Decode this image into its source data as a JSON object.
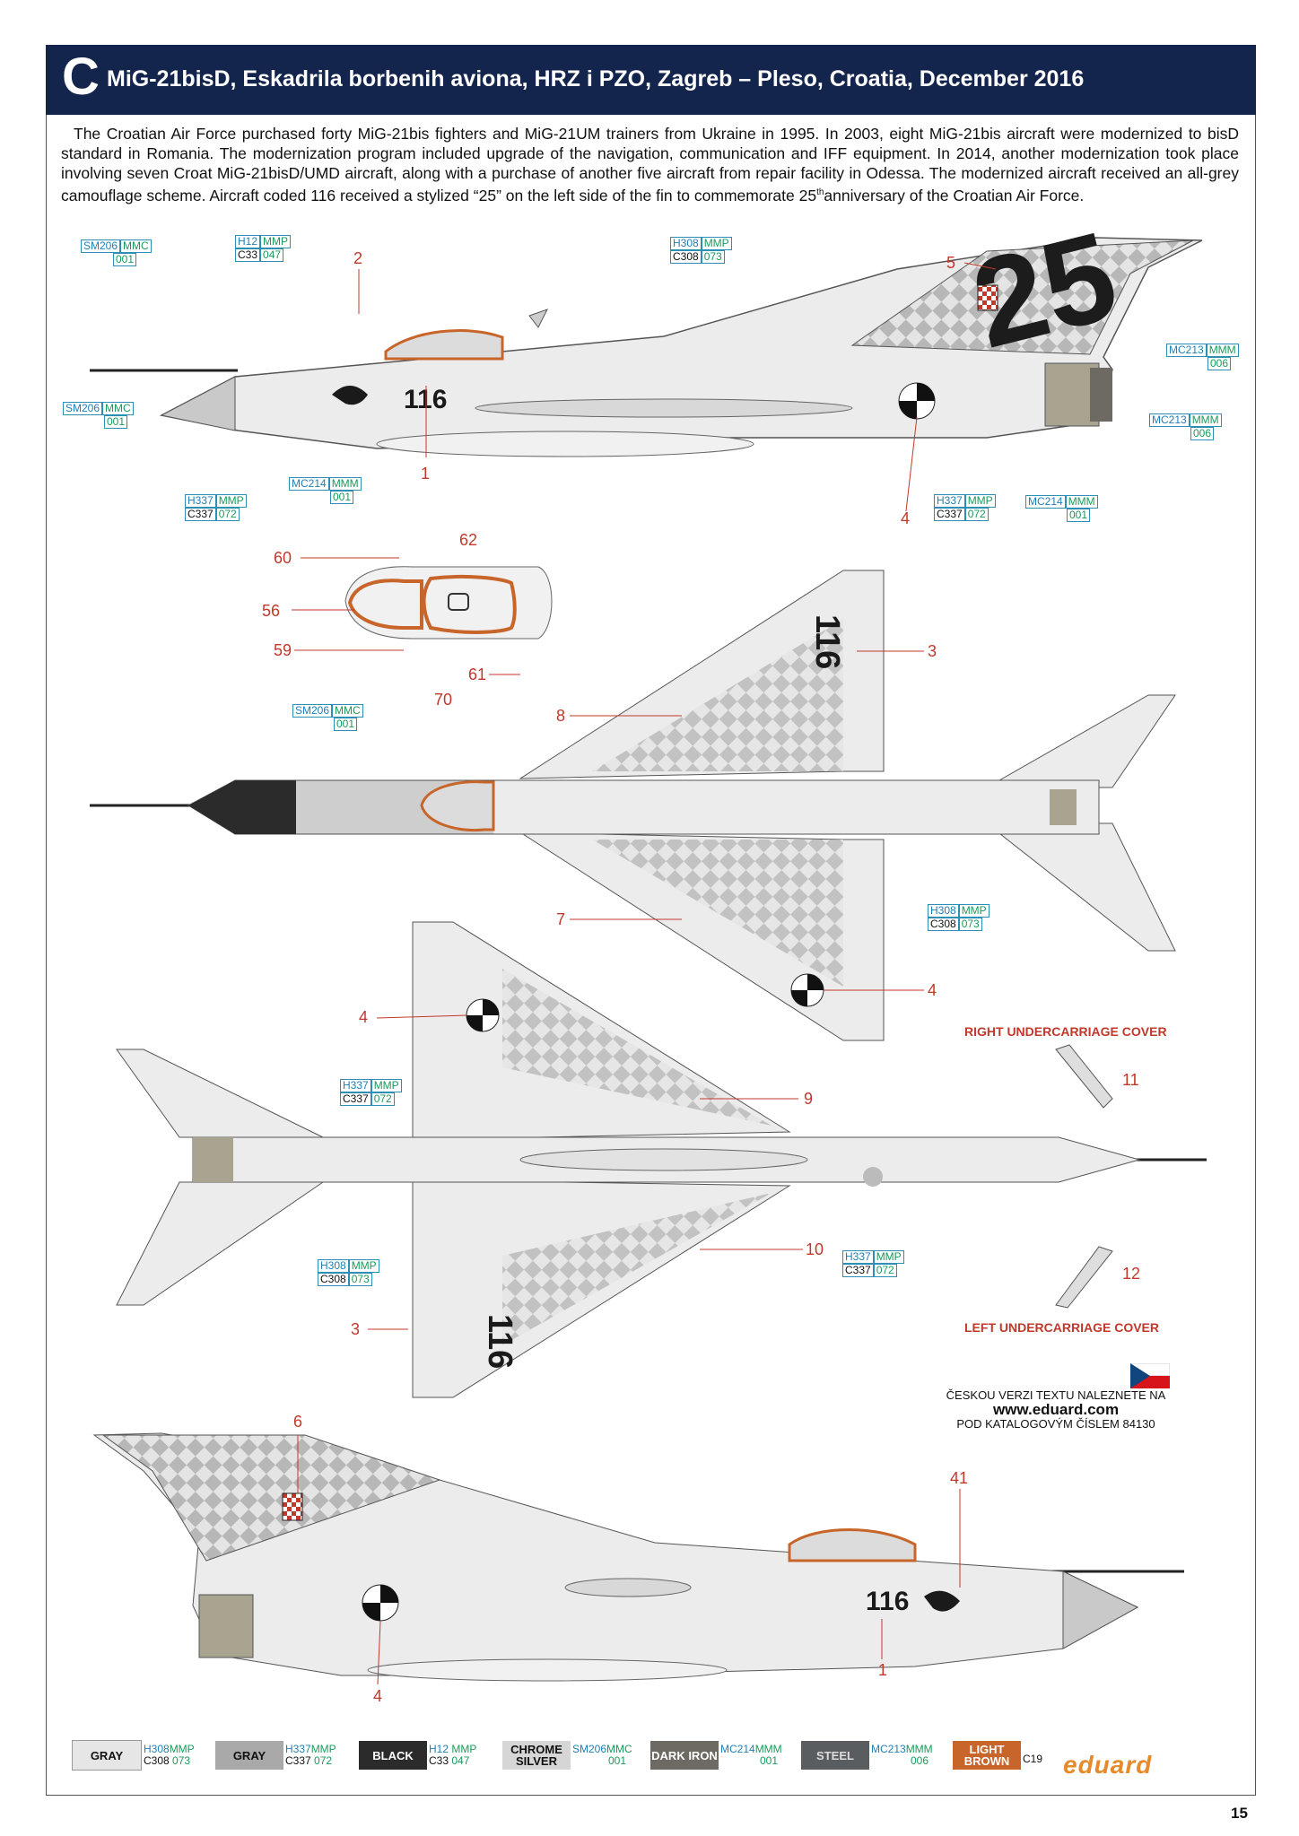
{
  "header": {
    "letter": "C",
    "title": "MiG-21bisD, Eskadrila borbenih aviona, HRZ i PZO, Zagreb – Pleso, Croatia, December 2016"
  },
  "description": {
    "main": "The Croatian Air Force purchased forty MiG-21bis fighters and MiG-21UM trainers from Ukraine in 1995. In 2003, eight MiG-21bis aircraft were modernized to bisD standard in Romania. The modernization program included upgrade of the navigation, communication and IFF equipment. In 2014, another modernization took place involving seven Croat MiG-21bisD/UMD aircraft, along with a purchase of another five aircraft from repair facility in Odessa. The modernized aircraft received an all-grey camouflage scheme. Aircraft coded 116 received a stylized “25” on the left side of the fin to commemorate 25",
    "sup": "th",
    "end": "anniversary of the Croatian Air Force."
  },
  "aircraft": {
    "code": "116",
    "anniversary": "25"
  },
  "callouts": [
    {
      "id": "c1",
      "top": [
        "SM206",
        "MMC"
      ],
      "bottom": [
        "",
        "001"
      ]
    },
    {
      "id": "c2",
      "top": [
        "H12",
        "MMP"
      ],
      "bottom": [
        "C33",
        "047"
      ]
    },
    {
      "id": "c3",
      "top": [
        "H308",
        "MMP"
      ],
      "bottom": [
        "C308",
        "073"
      ]
    },
    {
      "id": "c4",
      "top": [
        "MC213",
        "MMM"
      ],
      "bottom": [
        "",
        "006"
      ]
    },
    {
      "id": "c5",
      "top": [
        "SM206",
        "MMC"
      ],
      "bottom": [
        "",
        "001"
      ]
    },
    {
      "id": "c6",
      "top": [
        "MC213",
        "MMM"
      ],
      "bottom": [
        "",
        "006"
      ]
    },
    {
      "id": "c7",
      "top": [
        "H337",
        "MMP"
      ],
      "bottom": [
        "C337",
        "072"
      ]
    },
    {
      "id": "c8",
      "top": [
        "MC214",
        "MMM"
      ],
      "bottom": [
        "",
        "001"
      ]
    },
    {
      "id": "c9",
      "top": [
        "H337",
        "MMP"
      ],
      "bottom": [
        "C337",
        "072"
      ]
    },
    {
      "id": "c10",
      "top": [
        "MC214",
        "MMM"
      ],
      "bottom": [
        "",
        "001"
      ]
    },
    {
      "id": "c11",
      "top": [
        "SM206",
        "MMC"
      ],
      "bottom": [
        "",
        "001"
      ]
    },
    {
      "id": "c12",
      "top": [
        "H308",
        "MMP"
      ],
      "bottom": [
        "C308",
        "073"
      ]
    },
    {
      "id": "c13",
      "top": [
        "H337",
        "MMP"
      ],
      "bottom": [
        "C337",
        "072"
      ]
    },
    {
      "id": "c14",
      "top": [
        "H308",
        "MMP"
      ],
      "bottom": [
        "C308",
        "073"
      ]
    },
    {
      "id": "c15",
      "top": [
        "H337",
        "MMP"
      ],
      "bottom": [
        "C337",
        "072"
      ]
    }
  ],
  "numbers": [
    "2",
    "5",
    "1",
    "4",
    "62",
    "60",
    "56",
    "59",
    "61",
    "70",
    "3",
    "8",
    "7",
    "4",
    "4",
    "9",
    "10",
    "3",
    "11",
    "12",
    "6",
    "41",
    "1",
    "4"
  ],
  "captions": {
    "right": "RIGHT UNDERCARRIAGE COVER",
    "left": "LEFT UNDERCARRIAGE COVER"
  },
  "czech": {
    "line1": "ČESKOU VERZI TEXTU NALEZNETE NA",
    "url": "www.eduard.com",
    "line3": "POD KATALOGOVÝM ČÍSLEM 84130"
  },
  "legend": [
    {
      "name": "GRAY",
      "bg": "#e6e6e6",
      "fg": "#111",
      "codes": [
        "H308",
        "MMP",
        "C308",
        "073"
      ]
    },
    {
      "name": "GRAY",
      "bg": "#a9a9a9",
      "fg": "#111",
      "codes": [
        "H337",
        "MMP",
        "C337",
        "072"
      ]
    },
    {
      "name": "BLACK",
      "bg": "#2b2b2b",
      "fg": "#fff",
      "codes": [
        "H12",
        "MMP",
        "C33",
        "047"
      ]
    },
    {
      "name": "CHROME SILVER",
      "bg": "#d6d6d6",
      "fg": "#111",
      "codes": [
        "SM206",
        "MMC",
        "",
        "001"
      ]
    },
    {
      "name": "DARK IRON",
      "bg": "#6d6a63",
      "fg": "#fff",
      "codes": [
        "MC214",
        "MMM",
        "",
        "001"
      ]
    },
    {
      "name": "STEEL",
      "bg": "#5a5d60",
      "fg": "#ddd",
      "codes": [
        "MC213",
        "MMM",
        "",
        "006"
      ]
    },
    {
      "name": "LIGHT BROWN",
      "bg": "#c8652a",
      "fg": "#fff",
      "codes": [
        "",
        "",
        "C19",
        ""
      ]
    }
  ],
  "logo": "eduard",
  "page_number": "15",
  "colors": {
    "header_bg": "#14254d",
    "callout_red": "#c0392b",
    "aircraft_grey": "#ededed",
    "checker_grey": "#b5b5b5"
  }
}
